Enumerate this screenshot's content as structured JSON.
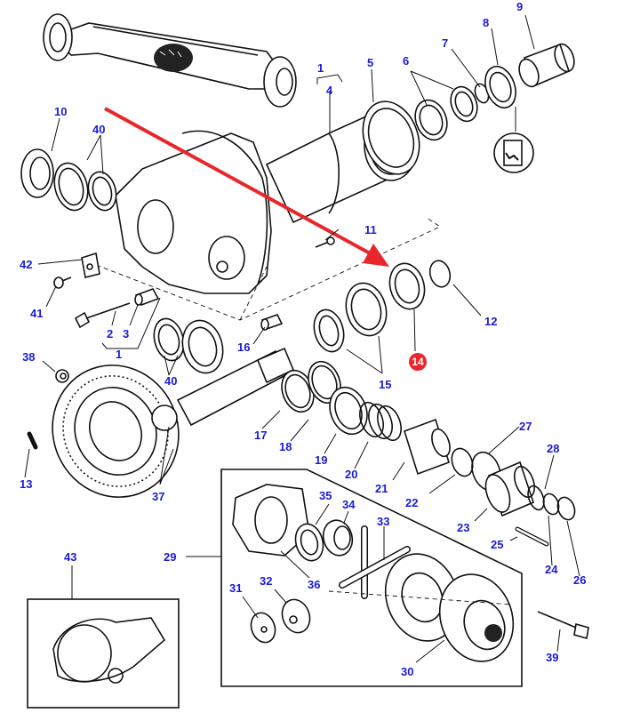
{
  "diagram": {
    "title": "Front axle differential exploded parts diagram",
    "highlight": {
      "part": "14",
      "color": "#e8262b",
      "arrow_color": "#e8262b"
    },
    "label_color": "#1a1ad6",
    "callouts": [
      {
        "id": "1a",
        "text": "1"
      },
      {
        "id": "4",
        "text": "4"
      },
      {
        "id": "5",
        "text": "5"
      },
      {
        "id": "6",
        "text": "6"
      },
      {
        "id": "7",
        "text": "7"
      },
      {
        "id": "8",
        "text": "8"
      },
      {
        "id": "9",
        "text": "9"
      },
      {
        "id": "10",
        "text": "10"
      },
      {
        "id": "40a",
        "text": "40"
      },
      {
        "id": "11",
        "text": "11"
      },
      {
        "id": "42",
        "text": "42"
      },
      {
        "id": "41",
        "text": "41"
      },
      {
        "id": "2",
        "text": "2"
      },
      {
        "id": "3",
        "text": "3"
      },
      {
        "id": "1b",
        "text": "1"
      },
      {
        "id": "16",
        "text": "16"
      },
      {
        "id": "12",
        "text": "12"
      },
      {
        "id": "14",
        "text": "14"
      },
      {
        "id": "15",
        "text": "15"
      },
      {
        "id": "38",
        "text": "38"
      },
      {
        "id": "40b",
        "text": "40"
      },
      {
        "id": "17",
        "text": "17"
      },
      {
        "id": "18",
        "text": "18"
      },
      {
        "id": "19",
        "text": "19"
      },
      {
        "id": "20",
        "text": "20"
      },
      {
        "id": "21",
        "text": "21"
      },
      {
        "id": "22",
        "text": "22"
      },
      {
        "id": "27",
        "text": "27"
      },
      {
        "id": "28",
        "text": "28"
      },
      {
        "id": "23",
        "text": "23"
      },
      {
        "id": "25",
        "text": "25"
      },
      {
        "id": "24",
        "text": "24"
      },
      {
        "id": "26",
        "text": "26"
      },
      {
        "id": "13",
        "text": "13"
      },
      {
        "id": "37",
        "text": "37"
      },
      {
        "id": "29",
        "text": "29"
      },
      {
        "id": "35",
        "text": "35"
      },
      {
        "id": "34",
        "text": "34"
      },
      {
        "id": "33",
        "text": "33"
      },
      {
        "id": "36",
        "text": "36"
      },
      {
        "id": "32",
        "text": "32"
      },
      {
        "id": "31",
        "text": "31"
      },
      {
        "id": "30",
        "text": "30"
      },
      {
        "id": "39",
        "text": "39"
      },
      {
        "id": "43",
        "text": "43"
      }
    ]
  }
}
